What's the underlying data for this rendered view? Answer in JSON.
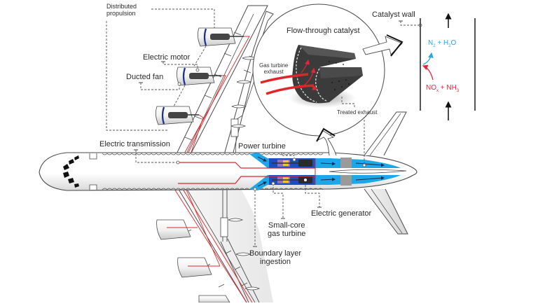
{
  "diagram": {
    "title": "Aircraft hybrid-electric propulsion with flow-through catalyst",
    "labels": {
      "distributed_propulsion": [
        "Distributed",
        "propulsion"
      ],
      "electric_motor": "Electric motor",
      "ducted_fan": "Ducted fan",
      "electric_transmission": "Electric transmission",
      "power_turbine": "Power turbine",
      "electric_generator": "Electric generator",
      "small_core_gas_turbine": [
        "Small-core",
        "gas turbine"
      ],
      "boundary_layer_ingestion": [
        "Boundary layer",
        "ingestion"
      ],
      "flow_through_catalyst": "Flow-through catalyst",
      "gas_turbine_exhaust": [
        "Gas turbine",
        "exhaust"
      ],
      "treated_exhaust": "Treated exhaust",
      "catalyst_wall": "Catalyst wall"
    },
    "chemistry": {
      "products": {
        "a": "N",
        "a_sub": "2",
        "plus": " + H",
        "b_sub": "2",
        "tail": "O"
      },
      "reactants": {
        "a": "NO",
        "a_sub": "x",
        "plus": " + NH",
        "b_sub": "3"
      }
    },
    "colors": {
      "outline": "#4a4a4a",
      "electric": "#e0252a",
      "flow_blue": "#1ea7e8",
      "deep_blue": "#1b3fb5",
      "products": "#2aa7e0",
      "reactants": "#e8233a",
      "catalyst_body": "#3b3b3b"
    },
    "icons": [
      "electric-motor-icon",
      "ducted-fan-icon",
      "catalyst-cylinder-icon",
      "flow-arrow-icon",
      "zoom-arrow-icon"
    ]
  }
}
